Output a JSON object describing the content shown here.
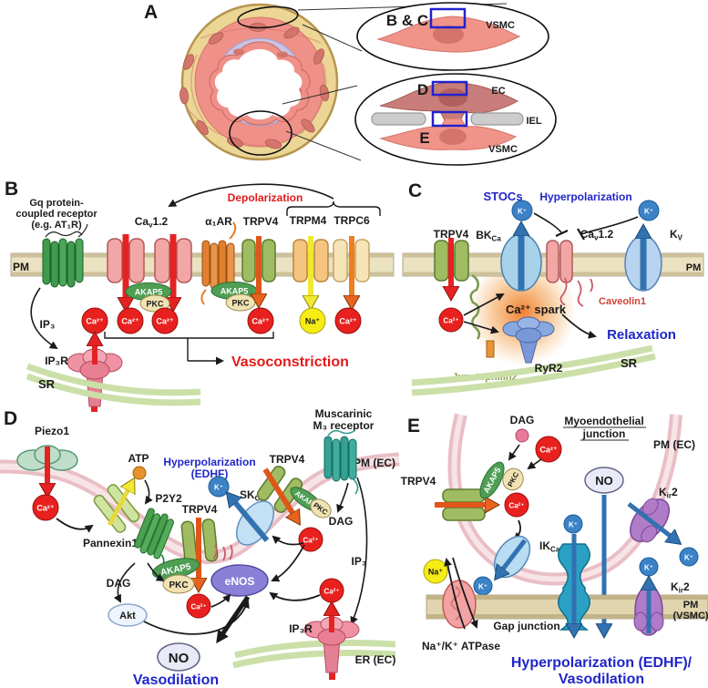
{
  "figure": {
    "kind": "vascular-signaling-diagram",
    "panel_count": 5
  },
  "ions": {
    "ca": "Ca²⁺",
    "na": "Na⁺",
    "k": "K⁺"
  },
  "shared": {
    "akap5": "AKAP5",
    "pkc": "PKC"
  },
  "colors": {
    "blue_label": "#2026c8",
    "red_label": "#e31a1a",
    "membrane_tan": "#ebe2c2",
    "membrane_pink": "#e9bec5",
    "ca_red": "#e8211e",
    "na_yellow": "#f6ec16",
    "k_blue": "#3b82c6",
    "gap_junction_teal": "#2ba0c4",
    "kir_purple": "#b07cc8",
    "enos_purple": "#8b80d8",
    "sr_green": "#cbe0a8"
  },
  "panel_a": {
    "panel": "A",
    "bc": "B & C",
    "vsmc_top": "VSMC",
    "d": "D",
    "ec": "EC",
    "iel": "IEL",
    "e": "E",
    "vsmc_bot": "VSMC"
  },
  "panel_b": {
    "panel": "B",
    "gq1": "Gq protein-",
    "gq2": "coupled receptor",
    "gq3": "(e.g. AT₁R)",
    "depol": "Depolarization",
    "cav_base": "Ca",
    "cav_sub": "v",
    "cav_rest": "1.2",
    "a1ar": "α₁AR",
    "trpv4": "TRPV4",
    "trpm4": "TRPM4",
    "trpc6": "TRPC6",
    "pm": "PM",
    "ip3": "IP₃",
    "ip3r": "IP₃R",
    "sr": "SR",
    "vasoconstriction": "Vasoconstriction"
  },
  "panel_c": {
    "panel": "C",
    "stocs": "STOCs",
    "hyper": "Hyperpolarization",
    "trpv4": "TRPV4",
    "bk_base": "BK",
    "bk_sub": "Ca",
    "cav_base": "Ca",
    "cav_sub": "v",
    "cav_rest": "1.2",
    "kv_base": "K",
    "kv_sub": "V",
    "pm": "PM",
    "caveolin": "Caveolin1",
    "spark": "Ca²⁺ spark",
    "ryr2": "RyR2",
    "jph2": "Junctophilin2",
    "sr": "SR",
    "relax": "Relaxation"
  },
  "panel_d": {
    "panel": "D",
    "piezo1": "Piezo1",
    "atp": "ATP",
    "hyper1": "Hyperpolarization",
    "hyper2": "(EDHF)",
    "p2y2": "P2Y2",
    "trpv4": "TRPV4",
    "sk_base": "SK",
    "sk_sub": "Ca",
    "musc1": "Muscarinic",
    "musc2": "M₃ receptor",
    "pm_ec": "PM (EC)",
    "pannexin1": "Pannexin1",
    "dag": "DAG",
    "akt": "Akt",
    "enos": "eNOS",
    "no": "NO",
    "vasodilation": "Vasodilation",
    "ip3": "IP₃",
    "ip3r": "IP₃R",
    "er_ec": "ER (EC)"
  },
  "panel_e": {
    "panel": "E",
    "dag": "DAG",
    "myo1": "Myoendothelial",
    "myo2": "junction",
    "pm_ec": "PM (EC)",
    "trpv4": "TRPV4",
    "ik_base": "IK",
    "ik_sub": "Ca",
    "no": "NO",
    "kir_base": "K",
    "kir_sub": "ir",
    "kir_rest": "2",
    "gap": "Gap junction",
    "atpase": "Na⁺/K⁺ ATPase",
    "pm1": "PM",
    "pm2": "(VSMC)",
    "hyper1": "Hyperpolarization (EDHF)/",
    "hyper2": "Vasodilation"
  }
}
